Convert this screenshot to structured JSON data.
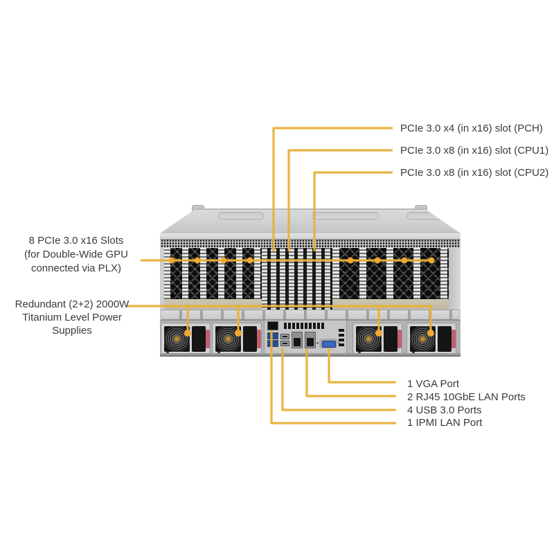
{
  "diagram": {
    "title": "Server rear view callout diagram",
    "callout_color": "#E9B13A",
    "dot_color": "#F1A82E",
    "text_color": "#3A3A3B",
    "top_callouts": [
      "PCIe 3.0 x4 (in x16) slot (PCH)",
      "PCIe 3.0 x8 (in x16) slot (CPU1)",
      "PCIe 3.0 x8 (in x16) slot (CPU2)"
    ],
    "left_callouts": [
      {
        "lines": [
          "8 PCIe 3.0 x16 Slots",
          "(for Double-Wide GPU",
          "connected via PLX)"
        ]
      },
      {
        "lines": [
          "Redundant (2+2) 2000W",
          "Titanium Level Power Supplies"
        ]
      }
    ],
    "bottom_callouts": [
      "1 VGA Port",
      "2 RJ45 10GbE LAN Ports",
      "4 USB 3.0 Ports",
      "1 IPMI LAN Port"
    ]
  }
}
